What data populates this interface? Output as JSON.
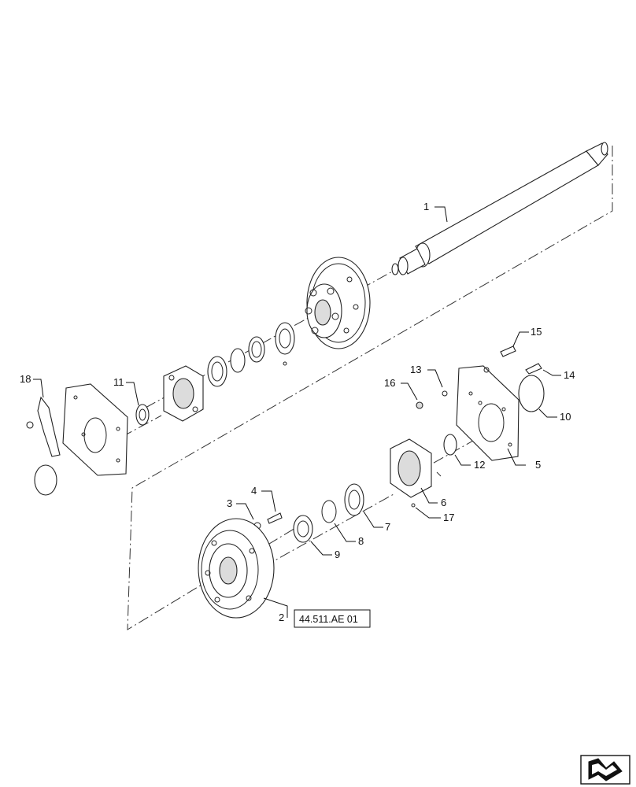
{
  "callouts": {
    "c1": "1",
    "c2": "2",
    "c3": "3",
    "c4": "4",
    "c5": "5",
    "c6": "6",
    "c7": "7",
    "c8": "8",
    "c9": "9",
    "c10": "10",
    "c11": "11",
    "c12": "12",
    "c13": "13",
    "c14": "14",
    "c15": "15",
    "c16": "16",
    "c17": "17",
    "c18": "18"
  },
  "reference": {
    "label": "44.511.AE 01"
  },
  "icons": {
    "navigation": "page-navigation-arrow-icon"
  }
}
